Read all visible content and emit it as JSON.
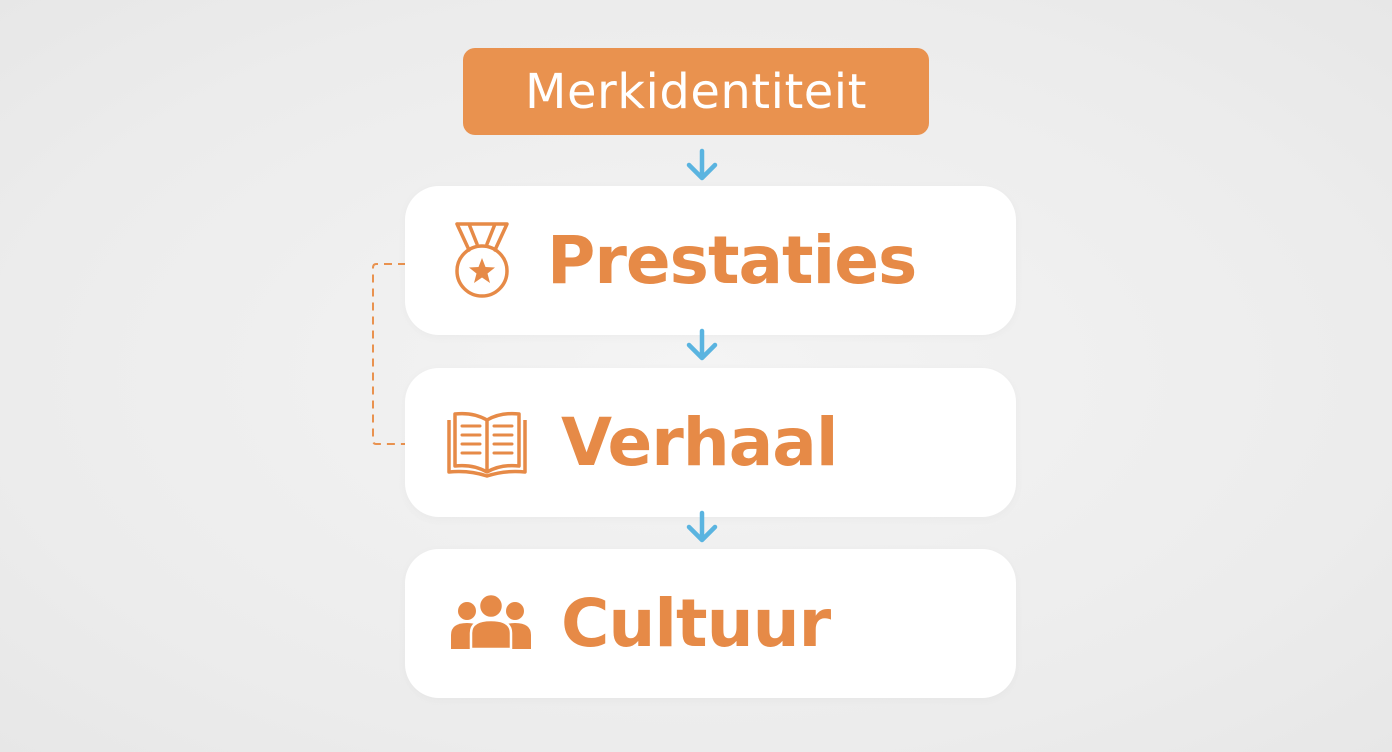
{
  "title": "Merkidentiteit",
  "layers": [
    {
      "label": "Prestaties",
      "icon": "medal-icon"
    },
    {
      "label": "Verhaal",
      "icon": "open-book-icon"
    },
    {
      "label": "Cultuur",
      "icon": "people-group-icon"
    }
  ],
  "colors": {
    "accent": "#e9924f",
    "label": "#e68a47",
    "arrow": "#5ab4e0",
    "card": "#ffffff",
    "background": "#ececec"
  }
}
